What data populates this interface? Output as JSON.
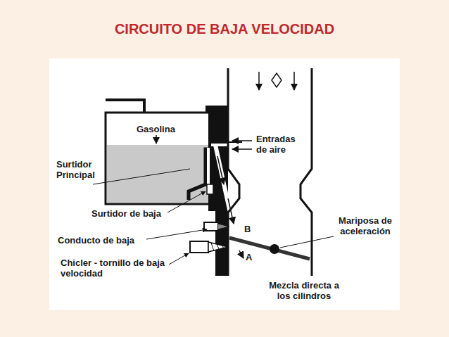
{
  "diagram": {
    "title": "CIRCUITO DE BAJA VELOCIDAD",
    "labels": [
      "Gasolina",
      "Surtidor Principal",
      "Entradas de aire",
      "Surtidor de baja",
      "Conducto de baja",
      "Chicler - tornillo de baja velocidad",
      "B",
      "A",
      "Mariposa de aceleración",
      "Mezcla directa a los cilindros"
    ]
  }
}
